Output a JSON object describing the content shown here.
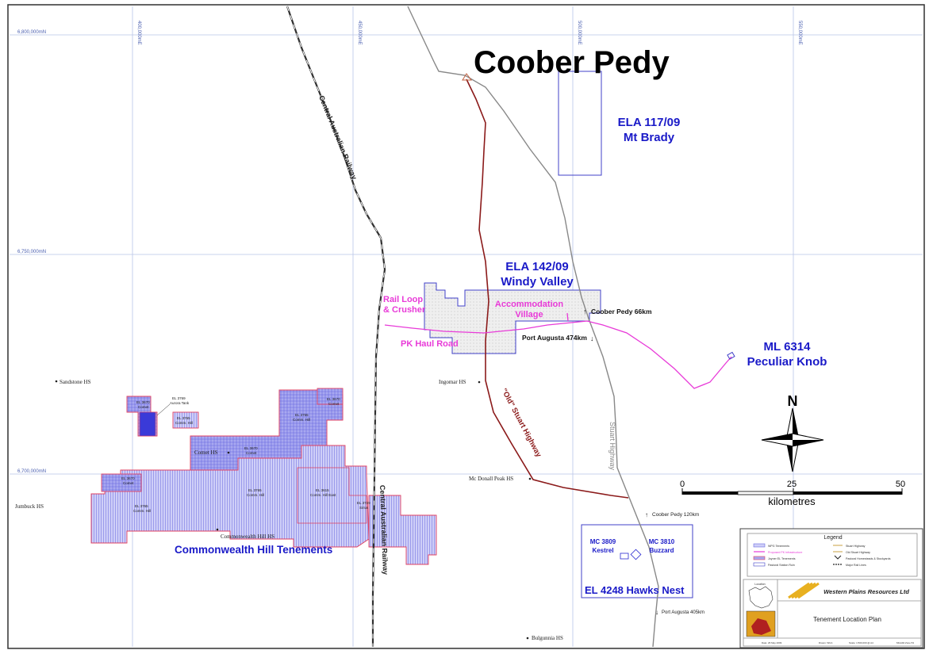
{
  "map": {
    "title": "Coober Pedy",
    "grid_easting": [
      "400,000mE",
      "450,000mE",
      "500,000mE",
      "550,000mE"
    ],
    "grid_northing": [
      "6,800,000mN",
      "6,750,000mN",
      "6,700,000mN"
    ],
    "tenements": {
      "ela117": {
        "line1": "ELA 117/09",
        "line2": "Mt Brady"
      },
      "ela142": {
        "line1": "ELA 142/09",
        "line2": "Windy Valley"
      },
      "ml6314": {
        "line1": "ML 6314",
        "line2": "Peculiar Knob"
      },
      "el4248": "EL 4248 Hawks Nest",
      "mc3809": {
        "line1": "MC 3809",
        "line2": "Kestrel"
      },
      "mc3810": {
        "line1": "MC 3810",
        "line2": "Buzzard"
      },
      "commonwealth": "Commonwealth Hill Tenements"
    },
    "infrastructure": {
      "rail_loop": {
        "line1": "Rail Loop",
        "line2": "& Crusher"
      },
      "accommodation": {
        "line1": "Accommodation",
        "line2": "Village"
      },
      "haul_road": "PK Haul Road",
      "railway_north": "Central Australian Railway",
      "railway_south": "Central Australian Railway",
      "old_highway": "\"Old\" Stuart Highway",
      "stuart_highway": "Stuart Highway",
      "cp66": "Coober Pedy 66km",
      "pa474": "Port Augusta 474km",
      "cp120": "Coober Pedy 120km",
      "pa405": "Port Augusta 405km"
    },
    "homesteads": {
      "sandstone": "Sandstone HS",
      "ingomar": "Ingomar HS",
      "mcdonall": "Mc Donall Peak HS",
      "comet": "Comet HS",
      "jumbuck": "Jumbuck HS",
      "commonwealth": "Commonwealth Hill HS",
      "bulgunnia": "Bulgunnia HS"
    },
    "small_tenements": {
      "el3670a": {
        "line1": "EL 3670",
        "line2": "Comet"
      },
      "el3769": {
        "line1": "EL 3769",
        "line2": "Aurora Tank"
      },
      "el3765a": {
        "line1": "EL 3765",
        "line2": "Comm. Hill"
      },
      "el3765b": {
        "line1": "EL 3765",
        "line2": "Comm. Hill"
      },
      "el3670b": {
        "line1": "EL 3670",
        "line2": "Comet"
      },
      "el3670c": {
        "line1": "EL 3670",
        "line2": "Comet"
      },
      "el3670d": {
        "line1": "EL 3670",
        "line2": "Comet"
      },
      "el3765c": {
        "line1": "EL 3765",
        "line2": "Comm. Hill"
      },
      "el3765d": {
        "line1": "EL 3765",
        "line2": "Comm. Hill"
      },
      "el3615": {
        "line1": "EL 3615",
        "line2": "Comm. Hill East"
      },
      "el3729": {
        "line1": "EL 3729",
        "line2": "Sirius"
      }
    },
    "north_arrow": "N",
    "scale": {
      "ticks": [
        "0",
        "25",
        "50"
      ],
      "unit": "kilometres"
    },
    "legend": {
      "title": "Legend",
      "items_left": [
        "WPG Tenements",
        "Proposed PK Infrastructure",
        "Joyner EL Tenements",
        "Pastoral Station Ruin"
      ],
      "items_right": [
        "Stuart Highway",
        "Old Stuart Highway",
        "Pastoral Homesteads & Stockyards",
        "Major Rail Lines"
      ]
    },
    "title_block": {
      "company": "Western Plains Resources Ltd",
      "plan_title": "Tenement Location Plan",
      "location_label": "Location",
      "footer": [
        "Date: 26 May 2009",
        "Drawn: WCA",
        "Scale: 1:500,000 @ A4",
        "MGA94 Zone 53"
      ]
    }
  },
  "colors": {
    "tenement_blue": "#2a2ad0",
    "labels_blue": "#1a1ac8",
    "infrastructure_magenta": "#e83ad8",
    "old_highway_brown": "#8b1a1a",
    "tenement_fill": "#b8b8f4",
    "tenement_border": "#e04060"
  }
}
